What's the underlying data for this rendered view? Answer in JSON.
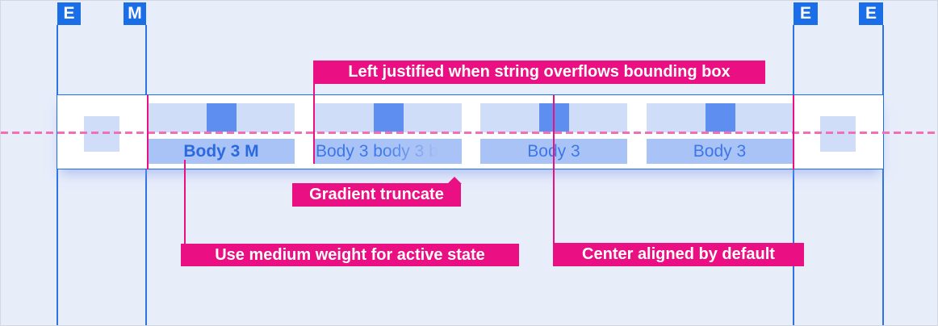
{
  "spacing_markers": [
    {
      "label": "E"
    },
    {
      "label": "M"
    },
    {
      "label": "E"
    },
    {
      "label": "E"
    }
  ],
  "component": {
    "name": "tab-bar-spec",
    "tabs": [
      {
        "label": "Body 3 M",
        "state": "active",
        "weight": "medium"
      },
      {
        "label": "Body 3 body 3 b",
        "state": "default",
        "truncated": true,
        "alignment": "left"
      },
      {
        "label": "Body 3",
        "state": "default",
        "alignment": "center"
      },
      {
        "label": "Body 3",
        "state": "default",
        "alignment": "center"
      }
    ]
  },
  "annotations": {
    "left_justified": "Left justified when string overflows bounding box",
    "gradient_truncate": "Gradient truncate",
    "medium_weight": "Use medium weight for active state",
    "center_aligned": "Center aligned by default"
  },
  "colors": {
    "marker_blue": "#1a6fe8",
    "annotation_magenta": "#ea0f82",
    "baseline_pink": "#f170b5",
    "tab_fill_light": "#cfddf8",
    "tab_fill_label": "#a9c3f7",
    "icon_placeholder_blue": "#5e8eef",
    "active_text": "#2b69e0",
    "default_text": "#3d77e6",
    "background": "#e8edfa"
  }
}
